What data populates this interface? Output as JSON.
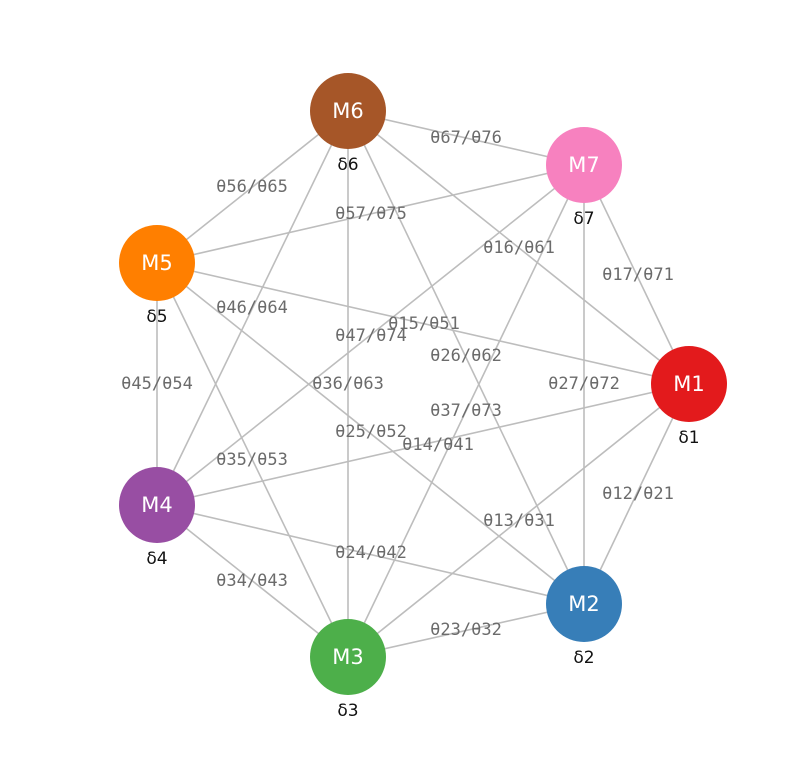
{
  "nodes": [
    {
      "id": "M1",
      "label": "M1",
      "sublabel": "δ1",
      "color": "#e31a1c"
    },
    {
      "id": "M2",
      "label": "M2",
      "sublabel": "δ2",
      "color": "#377eb8"
    },
    {
      "id": "M3",
      "label": "M3",
      "sublabel": "δ3",
      "color": "#4daf4a"
    },
    {
      "id": "M4",
      "label": "M4",
      "sublabel": "δ4",
      "color": "#984ea3"
    },
    {
      "id": "M5",
      "label": "M5",
      "sublabel": "δ5",
      "color": "#ff7f00"
    },
    {
      "id": "M6",
      "label": "M6",
      "sublabel": "δ6",
      "color": "#a65628"
    },
    {
      "id": "M7",
      "label": "M7",
      "sublabel": "δ7",
      "color": "#f781bf"
    }
  ],
  "edges": [
    {
      "from": "M1",
      "to": "M2",
      "label": "θ12/θ21"
    },
    {
      "from": "M1",
      "to": "M3",
      "label": "θ13/θ31"
    },
    {
      "from": "M1",
      "to": "M4",
      "label": "θ14/θ41"
    },
    {
      "from": "M1",
      "to": "M5",
      "label": "θ15/θ51"
    },
    {
      "from": "M1",
      "to": "M6",
      "label": "θ16/θ61"
    },
    {
      "from": "M1",
      "to": "M7",
      "label": "θ17/θ71"
    },
    {
      "from": "M2",
      "to": "M3",
      "label": "θ23/θ32"
    },
    {
      "from": "M2",
      "to": "M4",
      "label": "θ24/θ42"
    },
    {
      "from": "M2",
      "to": "M5",
      "label": "θ25/θ52"
    },
    {
      "from": "M2",
      "to": "M6",
      "label": "θ26/θ62"
    },
    {
      "from": "M2",
      "to": "M7",
      "label": "θ27/θ72"
    },
    {
      "from": "M3",
      "to": "M4",
      "label": "θ34/θ43"
    },
    {
      "from": "M3",
      "to": "M5",
      "label": "θ35/θ53"
    },
    {
      "from": "M3",
      "to": "M6",
      "label": "θ36/θ63"
    },
    {
      "from": "M3",
      "to": "M7",
      "label": "θ37/θ73"
    },
    {
      "from": "M4",
      "to": "M5",
      "label": "θ45/θ54"
    },
    {
      "from": "M4",
      "to": "M6",
      "label": "θ46/θ64"
    },
    {
      "from": "M4",
      "to": "M7",
      "label": "θ47/θ74"
    },
    {
      "from": "M5",
      "to": "M6",
      "label": "θ56/θ65"
    },
    {
      "from": "M5",
      "to": "M7",
      "label": "θ57/θ75"
    },
    {
      "from": "M6",
      "to": "M7",
      "label": "θ67/θ76"
    }
  ]
}
